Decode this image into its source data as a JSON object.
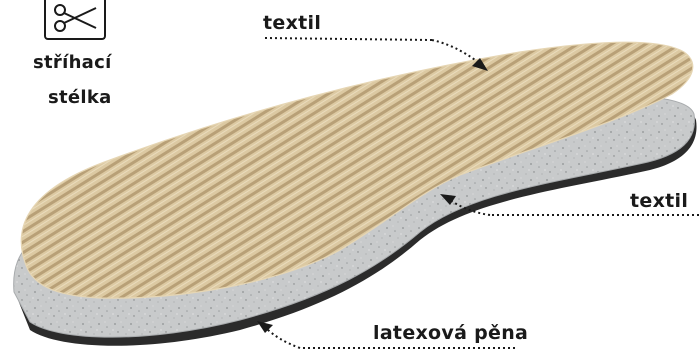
{
  "badge": {
    "icon": "scissors-icon",
    "line1": "stříhací",
    "line2": "stélka"
  },
  "callouts": {
    "top_textile": "textil",
    "right_textile": "textil",
    "bottom_foam": "latexová pěna"
  },
  "colors": {
    "textile_top": "#d9c7a0",
    "textile_stripe": "#b59d72",
    "foam": "#c9cbcc",
    "edge": "#2b2b2b",
    "ink": "#1a1a1a"
  }
}
